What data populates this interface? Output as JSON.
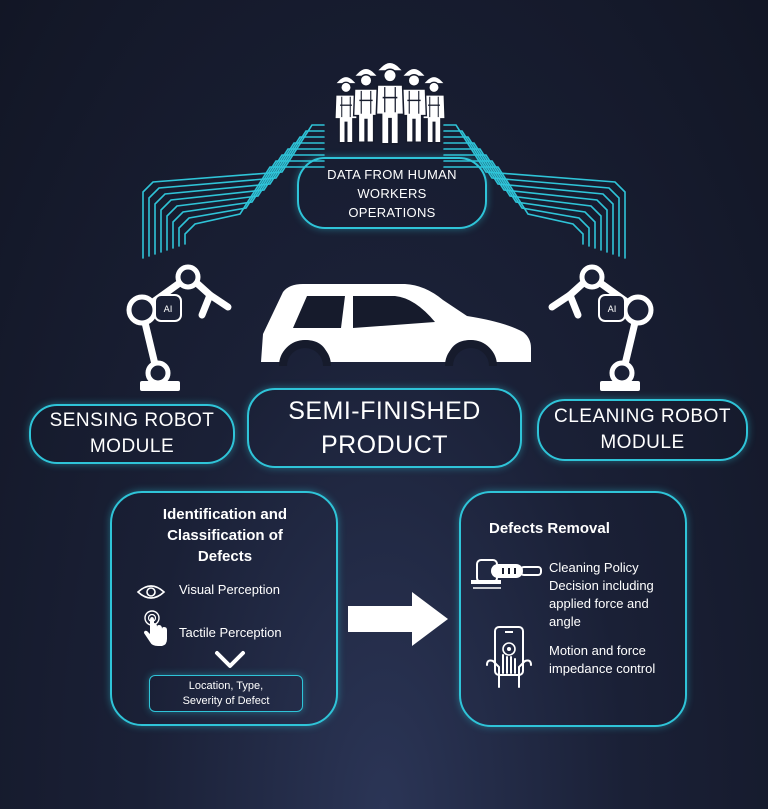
{
  "colors": {
    "accent": "#2fc4d8",
    "background": "#161b2c",
    "foreground": "#ffffff"
  },
  "top": {
    "human_data_label": "DATA FROM HUMAN\nWORKERS\nOPERATIONS",
    "icon": "workers-group-icon"
  },
  "modules": {
    "sensing": {
      "label": "SENSING ROBOT\nMODULE",
      "icon": "robot-arm-icon"
    },
    "product": {
      "label": "SEMI-FINISHED\nPRODUCT",
      "icon": "car-body-icon"
    },
    "cleaning": {
      "label": "CLEANING ROBOT\nMODULE",
      "icon": "robot-arm-icon"
    }
  },
  "left_panel": {
    "title": "Identification and\nClassification of\nDefects",
    "items": [
      {
        "label": "Visual Perception",
        "icon": "eye-icon"
      },
      {
        "label": "Tactile Perception",
        "icon": "touch-hand-icon"
      }
    ],
    "result": "Location, Type,\nSeverity of Defect"
  },
  "right_panel": {
    "title": "Defects Removal",
    "items": [
      {
        "label": "Cleaning Policy\nDecision including\napplied force and\nangle",
        "icon": "grinder-tool-icon"
      },
      {
        "label": "Motion and force\nimpedance control",
        "icon": "touchscreen-hand-icon"
      }
    ]
  }
}
